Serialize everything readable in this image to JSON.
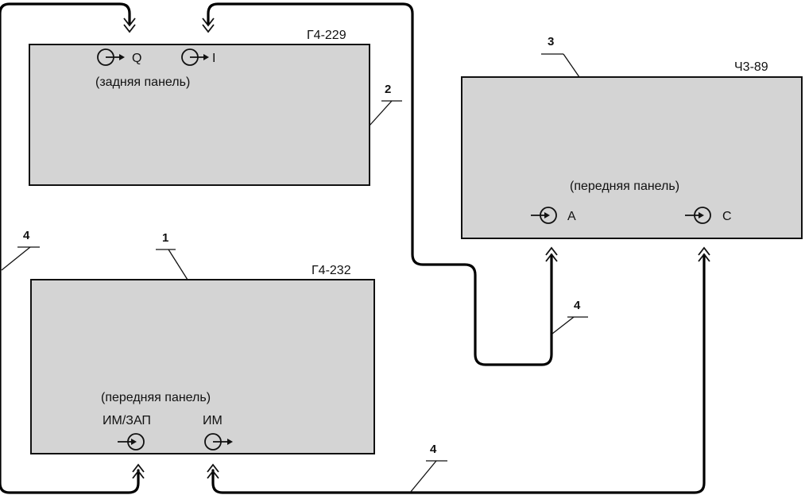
{
  "devices": {
    "generator_229": {
      "title": "Г4-229",
      "panel": "(задняя панель)",
      "port_q": "Q",
      "port_i": "I"
    },
    "counter_89": {
      "title": "Ч3-89",
      "panel": "(передняя панель)",
      "port_a": "A",
      "port_c": "C"
    },
    "generator_232": {
      "title": "Г4-232",
      "panel": "(передняя панель)",
      "port_im_zap": "ИМ/ЗАП",
      "port_im": "ИМ"
    }
  },
  "callouts": {
    "c1": "1",
    "c2": "2",
    "c3": "3",
    "cable_left": "4",
    "cable_mid": "4",
    "cable_bottom": "4"
  }
}
